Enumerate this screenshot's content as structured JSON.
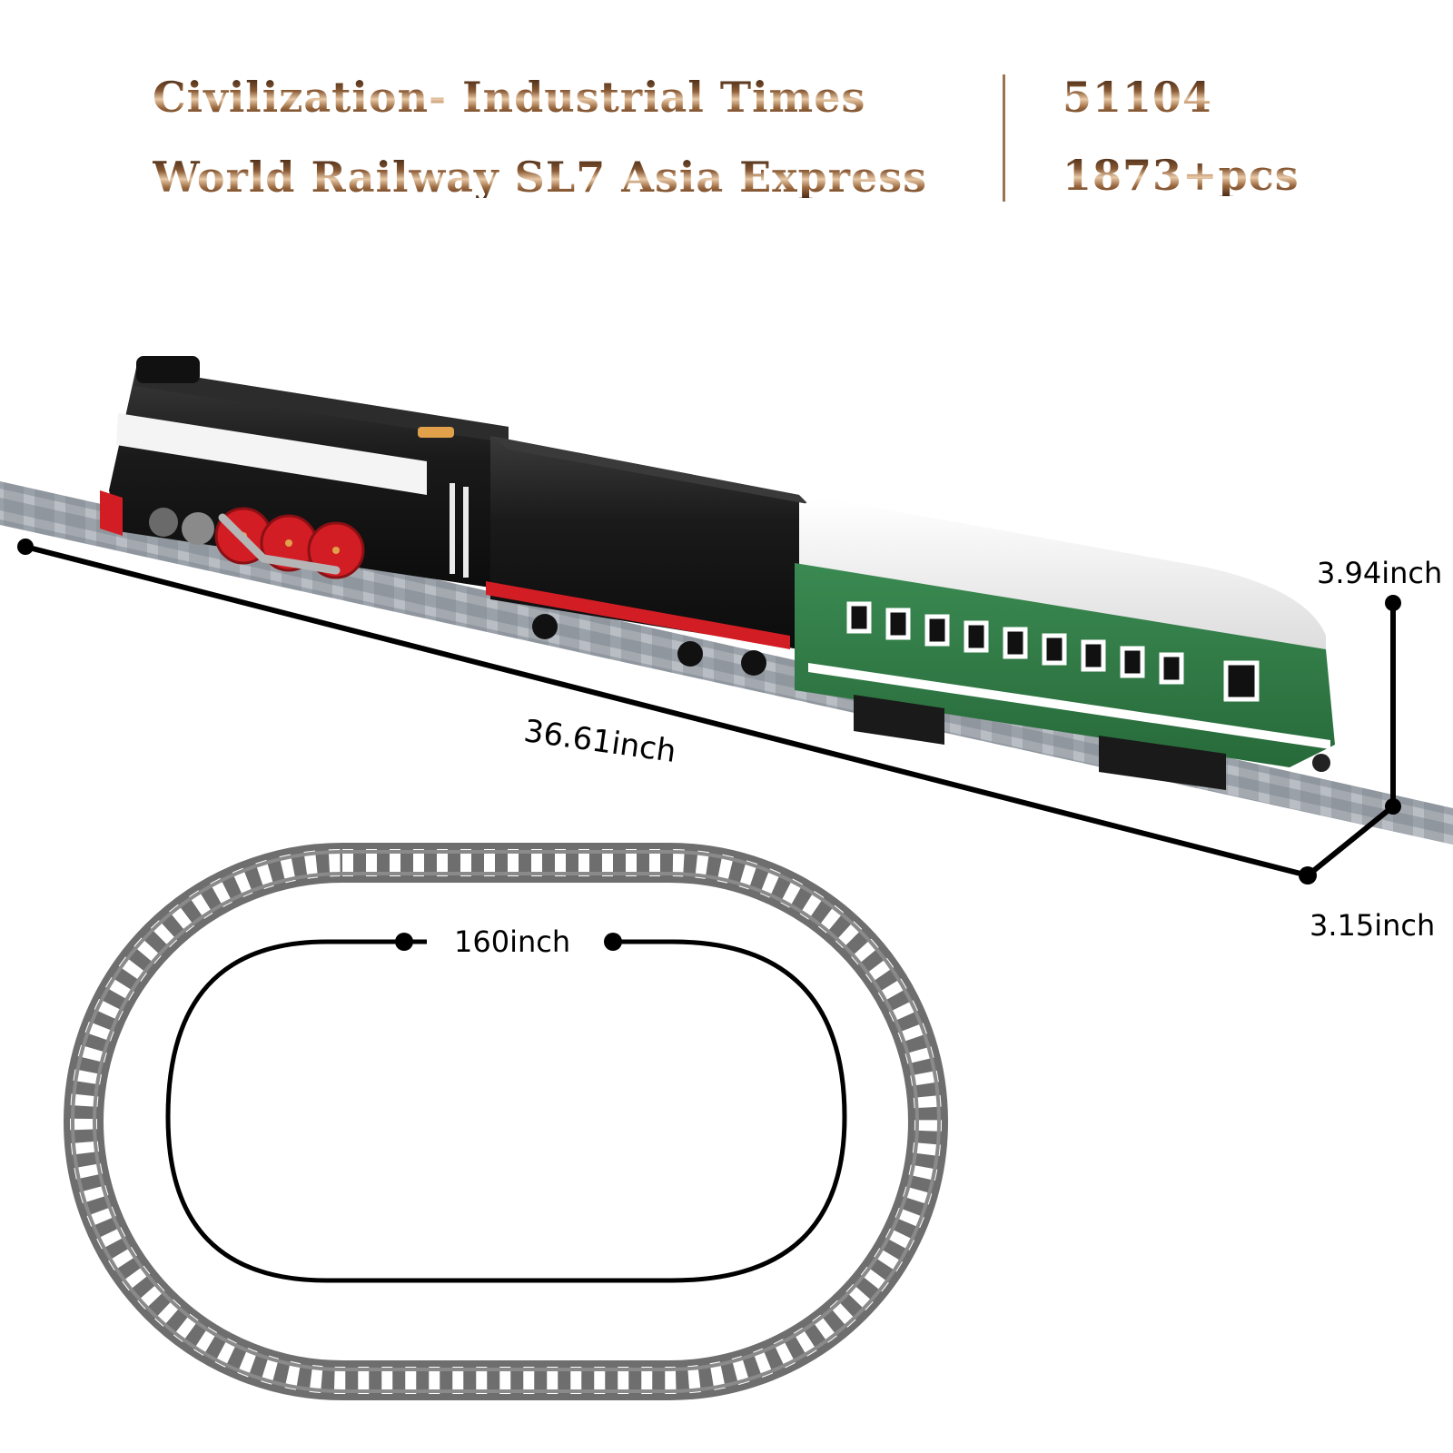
{
  "header": {
    "title_line1": "Civilization- Industrial Times",
    "title_line2": "World Railway SL7 Asia Express",
    "model_number": "51104",
    "piece_count": "1873+pcs"
  },
  "dimensions": {
    "length": "36.61inch",
    "height": "3.94inch",
    "width": "3.15inch",
    "track_loop": "160inch"
  },
  "product": {
    "locomotive": "black steam locomotive with red driving wheels",
    "tender": "black tender with red trim",
    "carriage": "green passenger carriage with white roof"
  },
  "colors": {
    "title_brown": "#6b4325",
    "loco_black": "#1c1c1c",
    "wheel_red": "#d21d24",
    "carriage_green": "#2f7a45",
    "roof_white": "#f2f2f2",
    "track_gray": "#8a9098",
    "dimension_black": "#000000"
  }
}
